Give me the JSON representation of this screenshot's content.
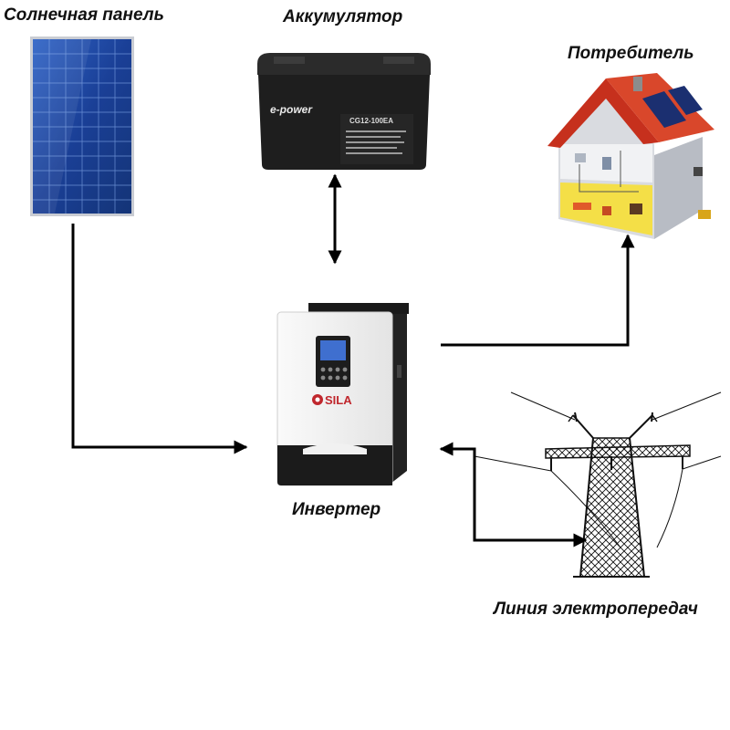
{
  "labels": {
    "solar_panel": "Солнечная панель",
    "battery": "Аккумулятор",
    "consumer": "Потребитель",
    "inverter": "Инвертер",
    "power_line": "Линия электропередач"
  },
  "battery_face": {
    "brand": "e-power",
    "model": "CG12-100EA"
  },
  "inverter_face": {
    "brand": "SILA"
  },
  "colors": {
    "panel_blue": "#1f4aa8",
    "roof_red": "#d9472b",
    "house_yellow": "#f6e24a",
    "inverter_white": "#f3f3f3",
    "arrow": "#000000"
  }
}
